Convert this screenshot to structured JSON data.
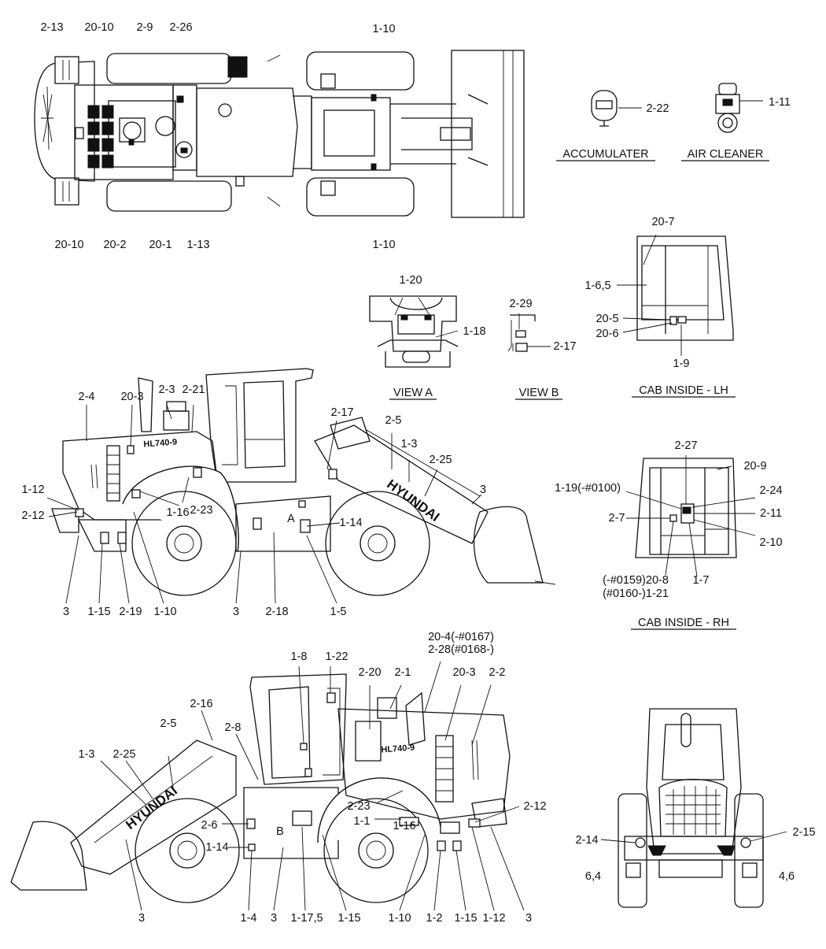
{
  "views": {
    "top": {
      "callouts": [
        "2-13",
        "20-10",
        "2-9",
        "2-26",
        "1-10",
        "20-10",
        "20-2",
        "20-1",
        "1-13",
        "1-10"
      ]
    },
    "accumulater": {
      "title": "ACCUMULATER",
      "callouts": [
        "2-22"
      ]
    },
    "air_cleaner": {
      "title": "AIR CLEANER",
      "callouts": [
        "1-11"
      ]
    },
    "view_a": {
      "title": "VIEW A",
      "callouts": [
        "1-20",
        "1-18"
      ]
    },
    "view_b": {
      "title": "VIEW B",
      "callouts": [
        "2-29",
        "2-17"
      ]
    },
    "cab_lh": {
      "title": "CAB INSIDE - LH",
      "callouts": [
        "20-7",
        "1-6,5",
        "20-5",
        "20-6",
        "1-9"
      ]
    },
    "cab_rh": {
      "title": "CAB INSIDE - RH",
      "callouts": [
        "2-27",
        "20-9",
        "1-19(-#0100)",
        "2-24",
        "2-7",
        "2-11",
        "2-10",
        "(-#0159)20-8",
        "(#0160-)1-21",
        "1-7"
      ]
    },
    "left_side": {
      "callouts": [
        "2-4",
        "20-3",
        "2-3",
        "2-21",
        "2-17",
        "2-5",
        "1-3",
        "2-25",
        "3",
        "1-12",
        "2-12",
        "1-16",
        "2-23",
        "A",
        "1-14",
        "3",
        "1-15",
        "2-19",
        "1-10",
        "3",
        "2-18",
        "1-5"
      ],
      "model": "HL740-9",
      "brand": "HYUNDAI"
    },
    "right_side": {
      "callouts": [
        "20-4(-#0167)",
        "2-28(#0168-)",
        "1-8",
        "1-22",
        "2-20",
        "2-1",
        "20-3",
        "2-2",
        "2-16",
        "2-5",
        "1-3",
        "2-25",
        "2-8",
        "2-23",
        "1-1",
        "1-16",
        "2-12",
        "2-6",
        "B",
        "1-14",
        "3",
        "1-4",
        "3",
        "1-17,5",
        "1-15",
        "1-10",
        "1-2",
        "1-15",
        "1-12",
        "3"
      ],
      "model": "HL740-9",
      "brand": "HYUNDAI"
    },
    "rear": {
      "callouts": [
        "2-14",
        "2-15",
        "6,4",
        "4,6"
      ]
    }
  }
}
